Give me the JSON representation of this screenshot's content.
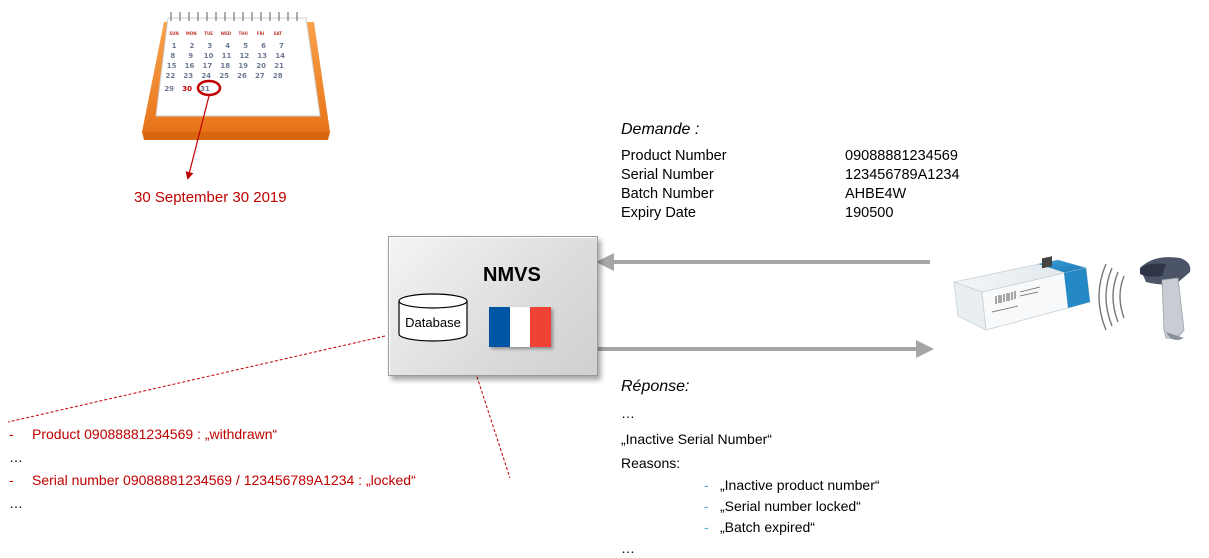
{
  "calendar": {
    "weekdays": [
      "SUN",
      "MON",
      "TUE",
      "WED",
      "THU",
      "FRI",
      "SAT"
    ],
    "rows": [
      [
        "1",
        "2",
        "3",
        "4",
        "5",
        "6",
        "7"
      ],
      [
        "8",
        "9",
        "10",
        "11",
        "12",
        "13",
        "14"
      ],
      [
        "15",
        "16",
        "17",
        "18",
        "19",
        "20",
        "21"
      ],
      [
        "22",
        "23",
        "24",
        "25",
        "26",
        "27",
        "28"
      ],
      [
        "29",
        "30",
        "31",
        "",
        "",
        "",
        ""
      ]
    ],
    "highlighted_day": "30",
    "date_label": "30 September 30 2019"
  },
  "nmvs": {
    "title": "NMVS",
    "database_label": "Database",
    "flag_colors": [
      "#0055a4",
      "#ffffff",
      "#ef4135"
    ]
  },
  "request": {
    "title": "Demande :",
    "fields": [
      {
        "label": "Product Number",
        "value": "09088881234569"
      },
      {
        "label": "Serial Number",
        "value": "123456789A1234"
      },
      {
        "label": "Batch Number",
        "value": "AHBE4W"
      },
      {
        "label": "Expiry Date",
        "value": "190500"
      }
    ]
  },
  "response": {
    "title": "Réponse:",
    "ellipsis_top": "…",
    "status": "„Inactive Serial Number“",
    "reasons_label": "Reasons:",
    "reasons": [
      "„Inactive product number“",
      "„Serial number locked“",
      "„Batch expired“"
    ],
    "ellipsis_bottom": "…",
    "bullet": "-"
  },
  "database_entries": [
    {
      "bullet": "-",
      "text": "Product 09088881234569  : „withdrawn“"
    },
    {
      "text": "…"
    },
    {
      "bullet": "-",
      "text": "Serial number 09088881234569  / 123456789A1234  :  „locked“"
    },
    {
      "text": "…"
    }
  ],
  "colors": {
    "accent_red": "#c00000",
    "arrow_gray": "#a6a6a6",
    "bullet_blue": "#4bacc6",
    "calendar_orange": "#f28a1e"
  }
}
